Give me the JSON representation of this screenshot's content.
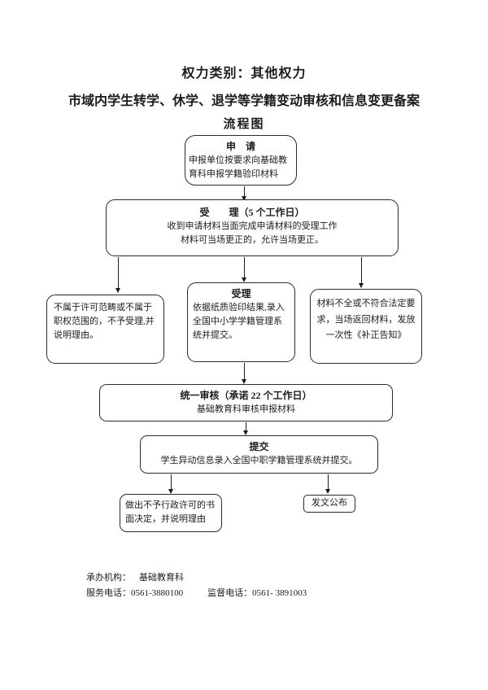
{
  "colors": {
    "background": "#ffffff",
    "ink": "#1c1c1c",
    "box_border": "#2b2b2b"
  },
  "header": {
    "title": "权力类别：其他权力",
    "subtitle": "市域内学生转学、休学、退学等学籍变动审核和信息变更备案",
    "flow_label": "流程图"
  },
  "flowchart": {
    "apply": {
      "heading": "申　请",
      "body": "申报单位按要求向基础教育科申报学籍验印材料"
    },
    "accept": {
      "heading": "受　　理（5 个工作日）",
      "line1": "收到申请材料当面完成申请材料的受理工作",
      "line2": "材料可当场更正的，允许当场更正。"
    },
    "reject_scope": {
      "body": "不属于许可范畴或不属于职权范围的，不予受理,并说明理由。"
    },
    "process": {
      "heading": "受理",
      "body": "依据纸质验印结果,录入全国中小学学籍管理系统并提交。"
    },
    "incomplete": {
      "body": "材料不全或不符合法定要求，当场返回材料，发放一次性《补正告知》"
    },
    "review": {
      "heading": "统一审核（承诺 22 个工作日）",
      "body": "基础教育科审核申报材料"
    },
    "submit": {
      "heading": "提交",
      "body": "学生异动信息录入全国中职学籍管理系统并提交。"
    },
    "deny": {
      "body": "做出不予行政许可的书面决定，并说明理由"
    },
    "publish": {
      "body": "发文公布"
    }
  },
  "footer": {
    "agency_label": "承办机构：",
    "agency_value": "基础教育科",
    "service_label": "服务电话：",
    "service_value": "0561-3880100",
    "supervise_label": "监督电话：",
    "supervise_value": "0561- 3891003"
  }
}
